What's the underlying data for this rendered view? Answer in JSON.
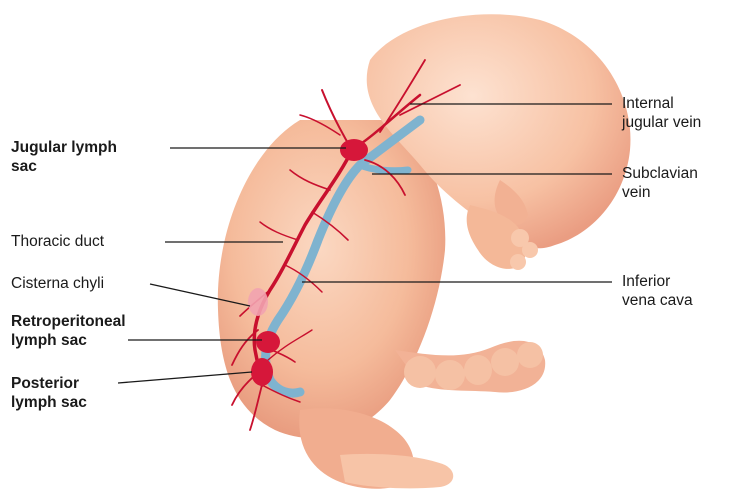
{
  "labels": {
    "jugular_lymph_sac": [
      "Jugular lymph",
      "sac"
    ],
    "thoracic_duct": [
      "Thoracic duct"
    ],
    "cisterna_chyli": [
      "Cisterna chyli"
    ],
    "retroperitoneal_lymph_sac": [
      "Retroperitoneal",
      "lymph sac"
    ],
    "posterior_lymph_sac": [
      "Posterior",
      "lymph sac"
    ],
    "internal_jugular_vein": [
      "Internal",
      "jugular vein"
    ],
    "subclavian_vein": [
      "Subclavian",
      "vein"
    ],
    "inferior_vena_cava": [
      "Inferior",
      "vena cava"
    ]
  },
  "colors": {
    "skin": "#f6c3a3",
    "skin_shadow": "#e89a7a",
    "lymph_vessel": "#c8102e",
    "vein": "#7fb3cf"
  }
}
